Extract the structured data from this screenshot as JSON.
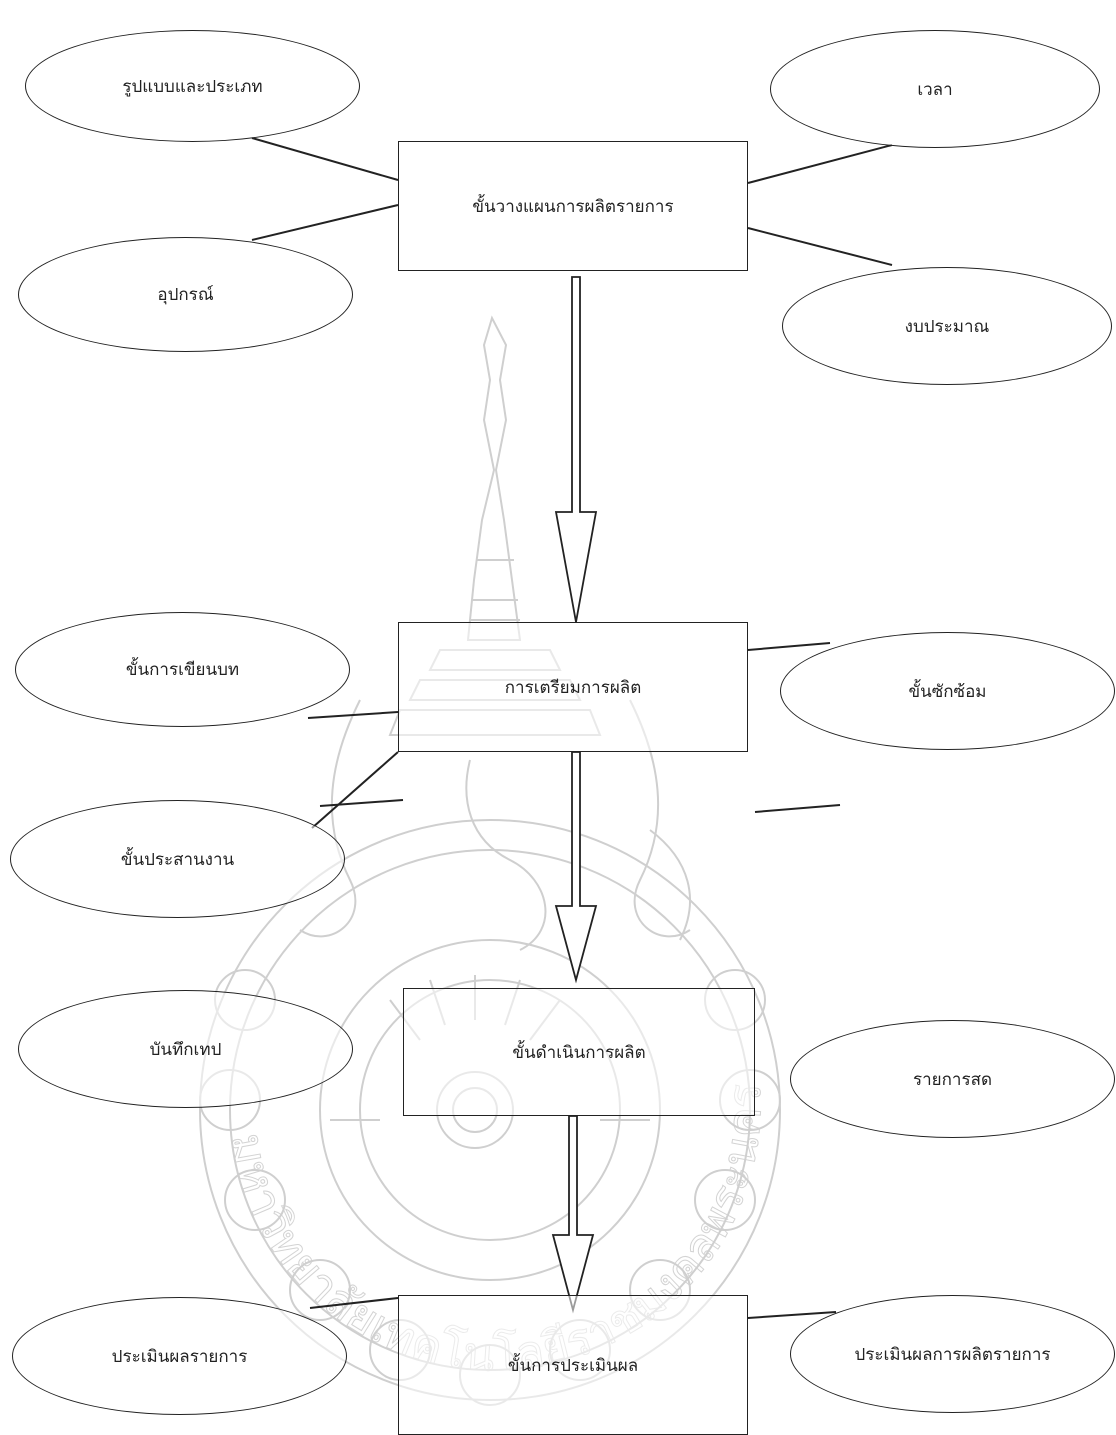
{
  "steps": {
    "planning": "ขั้นวางแผนการผลิตรายการ",
    "preparation": "การเตรียมการผลิต",
    "production": "ขั้นดำเนินการผลิต",
    "evaluation": "ขั้นการประเมินผล"
  },
  "planning_factors": {
    "format": "รูปแบบและประเภท",
    "equipment": "อุปกรณ์",
    "time": "เวลา",
    "budget": "งบประมาณ"
  },
  "preparation_factors": {
    "script": "ขั้นการเขียนบท",
    "coordination": "ขั้นประสานงาน",
    "rehearsal": "ขั้นซักซ้อม"
  },
  "production_factors": {
    "tape": "บันทึกเทป",
    "live": "รายการสด"
  },
  "evaluation_factors": {
    "program": "ประเมินผลรายการ",
    "process": "ประเมินผลการผลิตรายการ"
  },
  "watermark": {
    "text": "มหาวิทยาลัยเทคโนโลยีราชมงคลพระนคร",
    "color": "#c9c9c9"
  },
  "colors": {
    "line": "#222222",
    "background": "#ffffff"
  }
}
